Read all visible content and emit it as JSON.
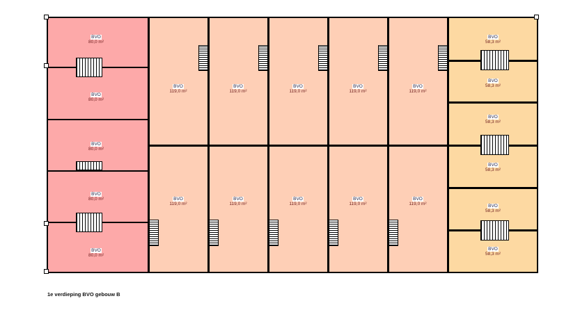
{
  "caption": "1e verdieping BVO gebouw B",
  "colors": {
    "unit_80": "#fda9a9",
    "unit_119": "#fecfb6",
    "unit_58": "#fdd9a2"
  },
  "units_left": [
    {
      "name": "BVO",
      "area": "80,0 m²"
    },
    {
      "name": "BVO",
      "area": "80,0 m²"
    },
    {
      "name": "BVO",
      "area": "80,0 m²"
    },
    {
      "name": "BVO",
      "area": "80,0 m²"
    },
    {
      "name": "BVO",
      "area": "80,0 m²"
    }
  ],
  "units_middle_top": [
    {
      "name": "BVO",
      "area": "119,0 m²"
    },
    {
      "name": "BVO",
      "area": "119,0 m²"
    },
    {
      "name": "BVO",
      "area": "119,0 m²"
    },
    {
      "name": "BVO",
      "area": "119,0 m²"
    },
    {
      "name": "BVO",
      "area": "119,0 m²"
    }
  ],
  "units_middle_bottom": [
    {
      "name": "BVO",
      "area": "119,0 m²"
    },
    {
      "name": "BVO",
      "area": "119,0 m²"
    },
    {
      "name": "BVO",
      "area": "119,0 m²"
    },
    {
      "name": "BVO",
      "area": "119,0 m²"
    },
    {
      "name": "BVO",
      "area": "119,0 m²"
    }
  ],
  "units_right": [
    {
      "name": "BVO",
      "area": "58,3 m²"
    },
    {
      "name": "BVO",
      "area": "58,3 m²"
    },
    {
      "name": "BVO",
      "area": "58,3 m²"
    },
    {
      "name": "BVO",
      "area": "58,3 m²"
    },
    {
      "name": "BVO",
      "area": "58,3 m²"
    },
    {
      "name": "BVO",
      "area": "58,3 m²"
    }
  ]
}
